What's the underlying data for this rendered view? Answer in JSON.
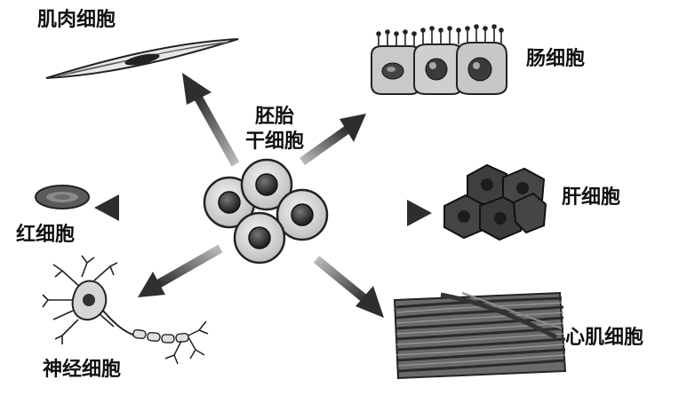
{
  "center": {
    "line1": "胚胎",
    "line2": "干细胞"
  },
  "labels": {
    "muscle": "肌肉细胞",
    "intestine": "肠细胞",
    "liver": "肝细胞",
    "red_blood": "红细胞",
    "neuron": "神经细胞",
    "cardiac": "心肌细胞"
  },
  "colors": {
    "arrow": "#3a3a3a",
    "cell_fill": "#d8d8d8",
    "nucleus": "#333333",
    "tissue": "#555555"
  }
}
